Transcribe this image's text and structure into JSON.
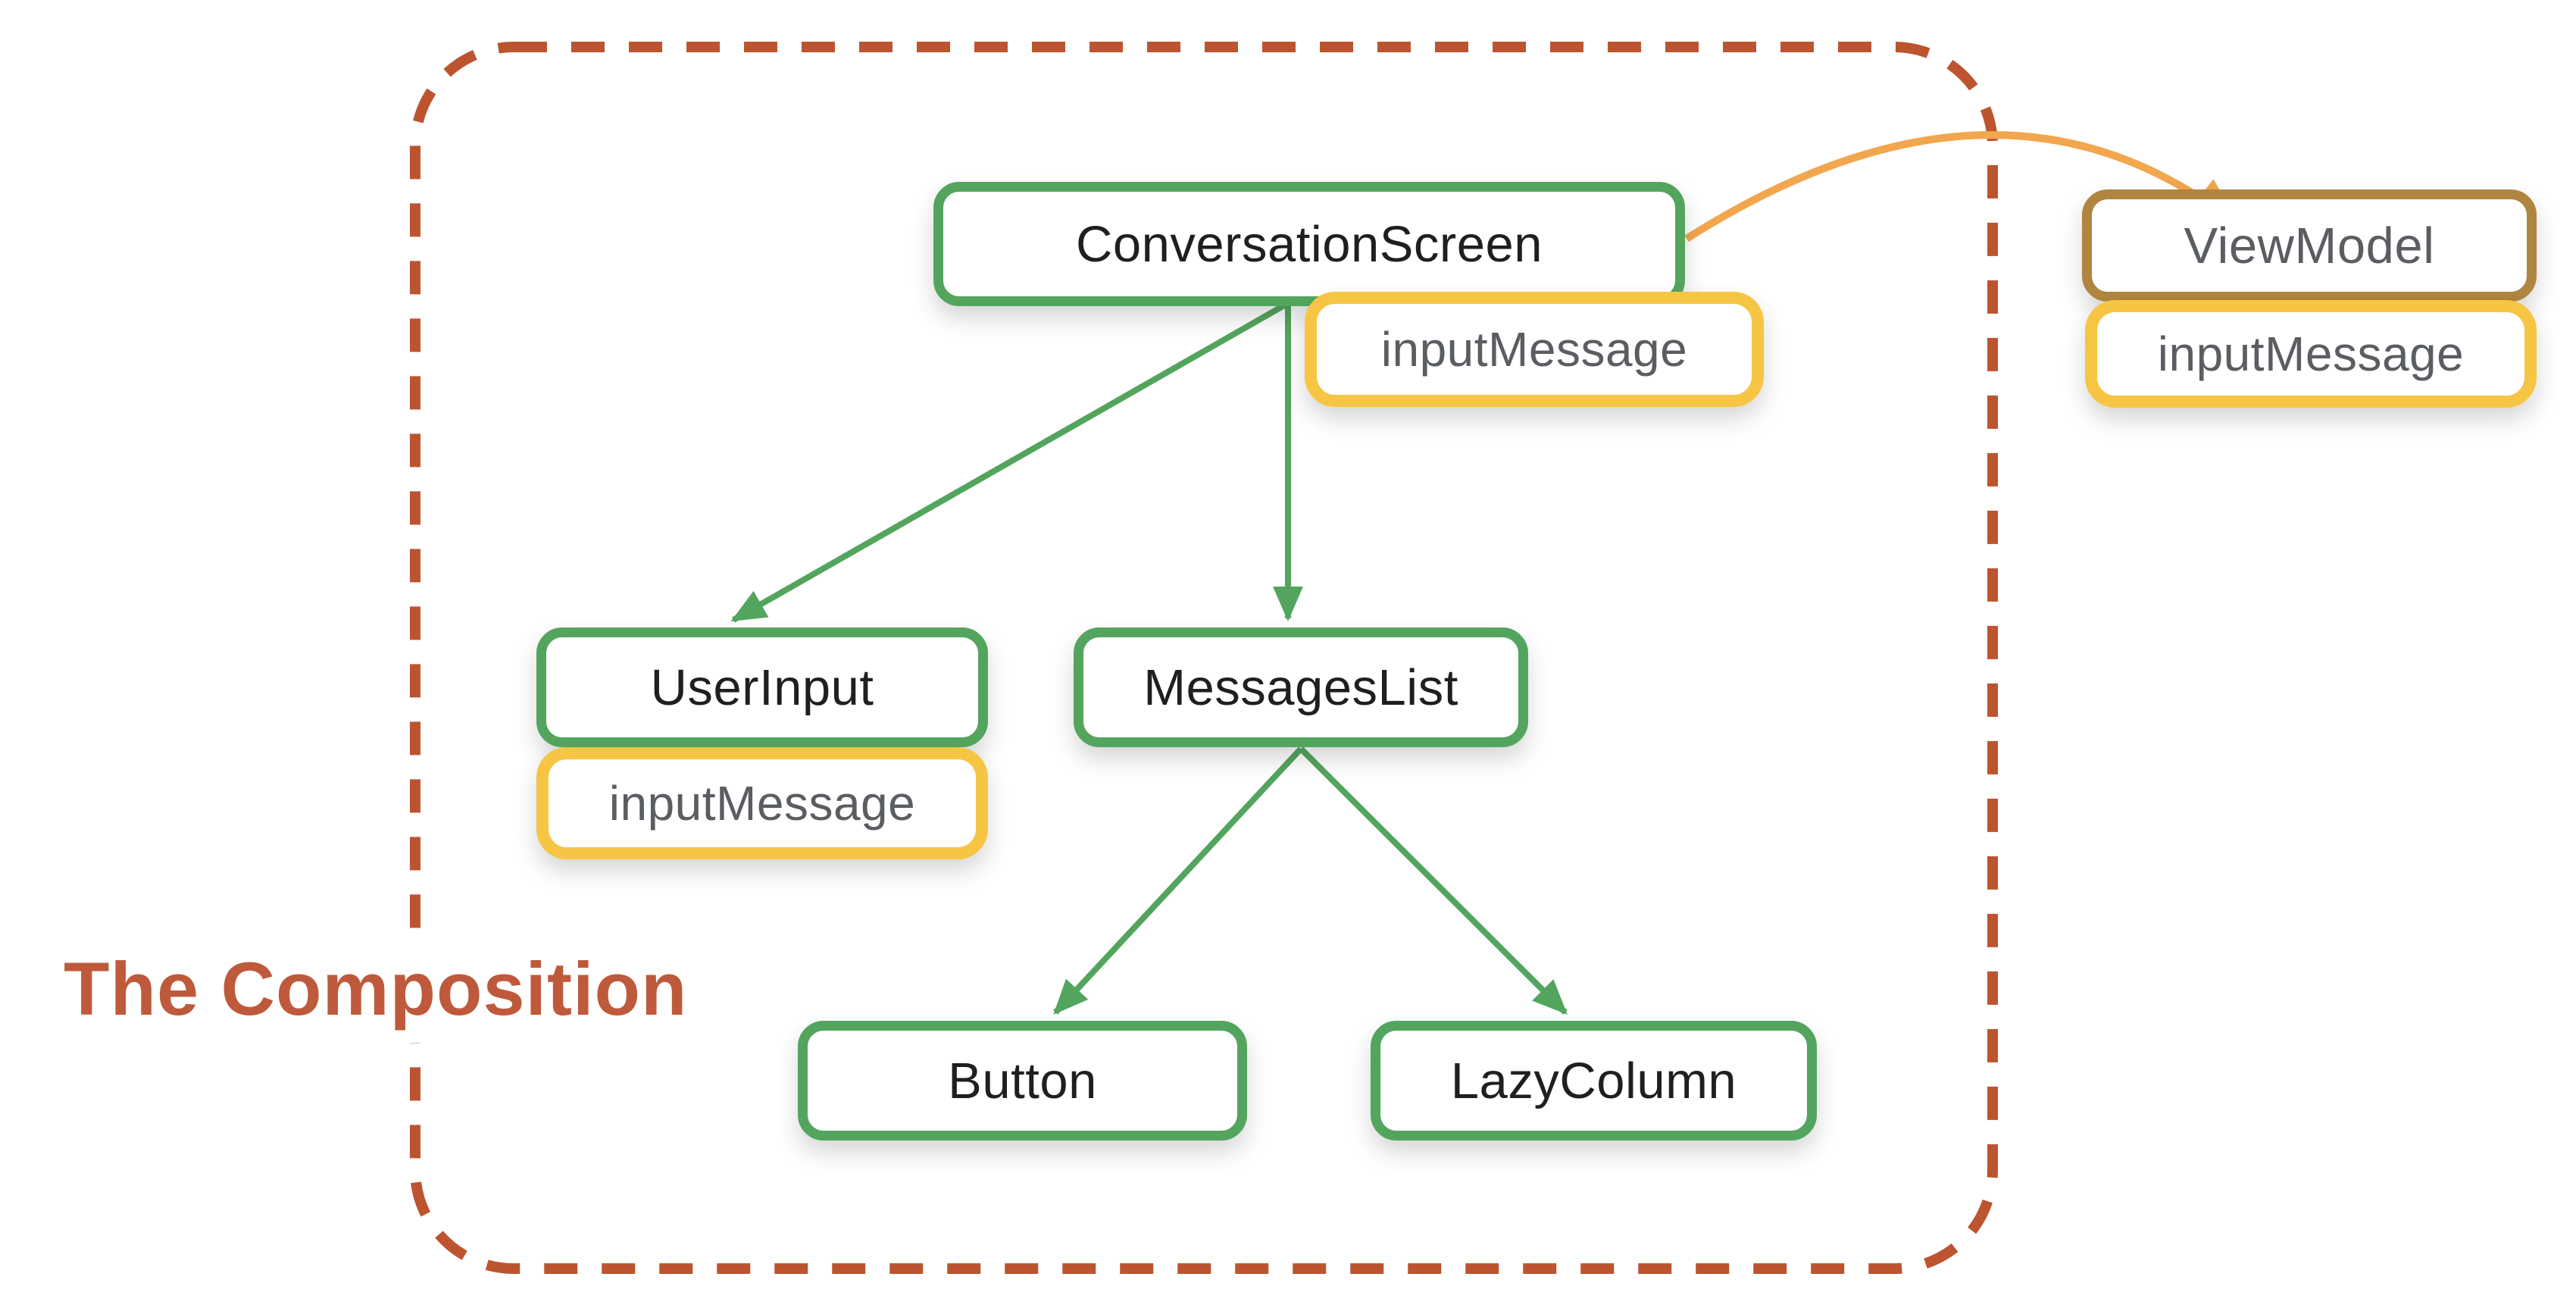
{
  "title": "The Composition",
  "nodes": {
    "conversation_screen": {
      "label": "ConversationScreen"
    },
    "user_input": {
      "label": "UserInput"
    },
    "messages_list": {
      "label": "MessagesList"
    },
    "button": {
      "label": "Button"
    },
    "lazy_column": {
      "label": "LazyColumn"
    },
    "view_model": {
      "label": "ViewModel"
    }
  },
  "badges": {
    "conversation_screen_state": {
      "label": "inputMessage"
    },
    "user_input_state": {
      "label": "inputMessage"
    },
    "view_model_state": {
      "label": "inputMessage"
    }
  },
  "edges": [
    {
      "from": "ConversationScreen",
      "to": "UserInput",
      "style": "straight-arrow",
      "color": "#53A55E"
    },
    {
      "from": "ConversationScreen",
      "to": "MessagesList",
      "style": "straight-arrow",
      "color": "#53A55E"
    },
    {
      "from": "MessagesList",
      "to": "Button",
      "style": "straight-arrow",
      "color": "#53A55E"
    },
    {
      "from": "MessagesList",
      "to": "LazyColumn",
      "style": "straight-arrow",
      "color": "#53A55E"
    },
    {
      "from": "ConversationScreen",
      "to": "ViewModel",
      "style": "curved-arrow",
      "color": "#F2A64D"
    }
  ],
  "boundary": {
    "label_for": "composition boundary",
    "style": "dashed-rounded-rect",
    "color": "#BC5430"
  },
  "colors": {
    "node_border_green": "#53A55E",
    "badge_border_yellow": "#F6C544",
    "viewmodel_border_ochre": "#B0853F",
    "arrow_orange": "#F2A64D",
    "boundary_dashed": "#BC5430",
    "title_text": "#BE5A3B",
    "node_text": "#1F1F1F",
    "secondary_text": "#5A5D61"
  }
}
